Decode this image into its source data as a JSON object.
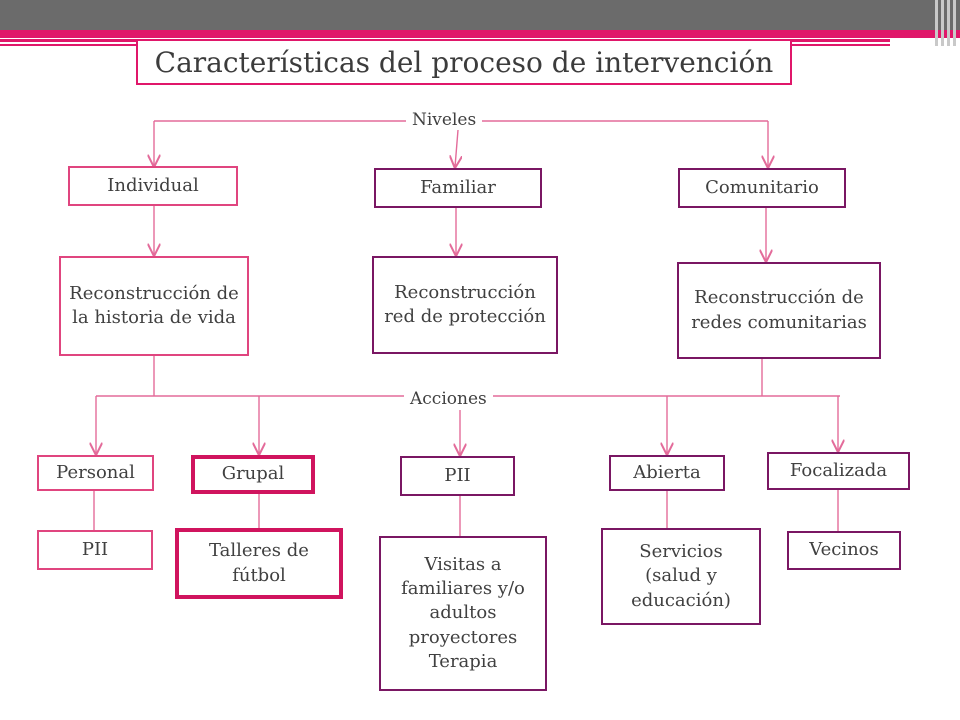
{
  "title": "Características del proceso de intervención",
  "labels": {
    "niveles": "Niveles",
    "acciones": "Acciones"
  },
  "levels": [
    {
      "name": "Individual",
      "description": "Reconstrucción de la historia de vida"
    },
    {
      "name": "Familiar",
      "description": "Reconstrucción red de protección"
    },
    {
      "name": "Comunitario",
      "description": "Reconstrucción de redes comunitarias"
    }
  ],
  "actions": [
    {
      "name": "Personal",
      "detail": "PII"
    },
    {
      "name": "Grupal",
      "detail": "Talleres de fútbol"
    },
    {
      "name": "PII",
      "detail": "Visitas a familiares y/o adultos proyectores Terapia"
    },
    {
      "name": "Abierta",
      "detail": "Servicios (salud y educación)"
    },
    {
      "name": "Focalizada",
      "detail": "Vecinos"
    }
  ],
  "colors": {
    "accent": "#e0176a",
    "pink_border": "#e0457f",
    "purple_border": "#7a1763",
    "connector": "#e36b9a",
    "header_dark": "#6b6b6b"
  }
}
